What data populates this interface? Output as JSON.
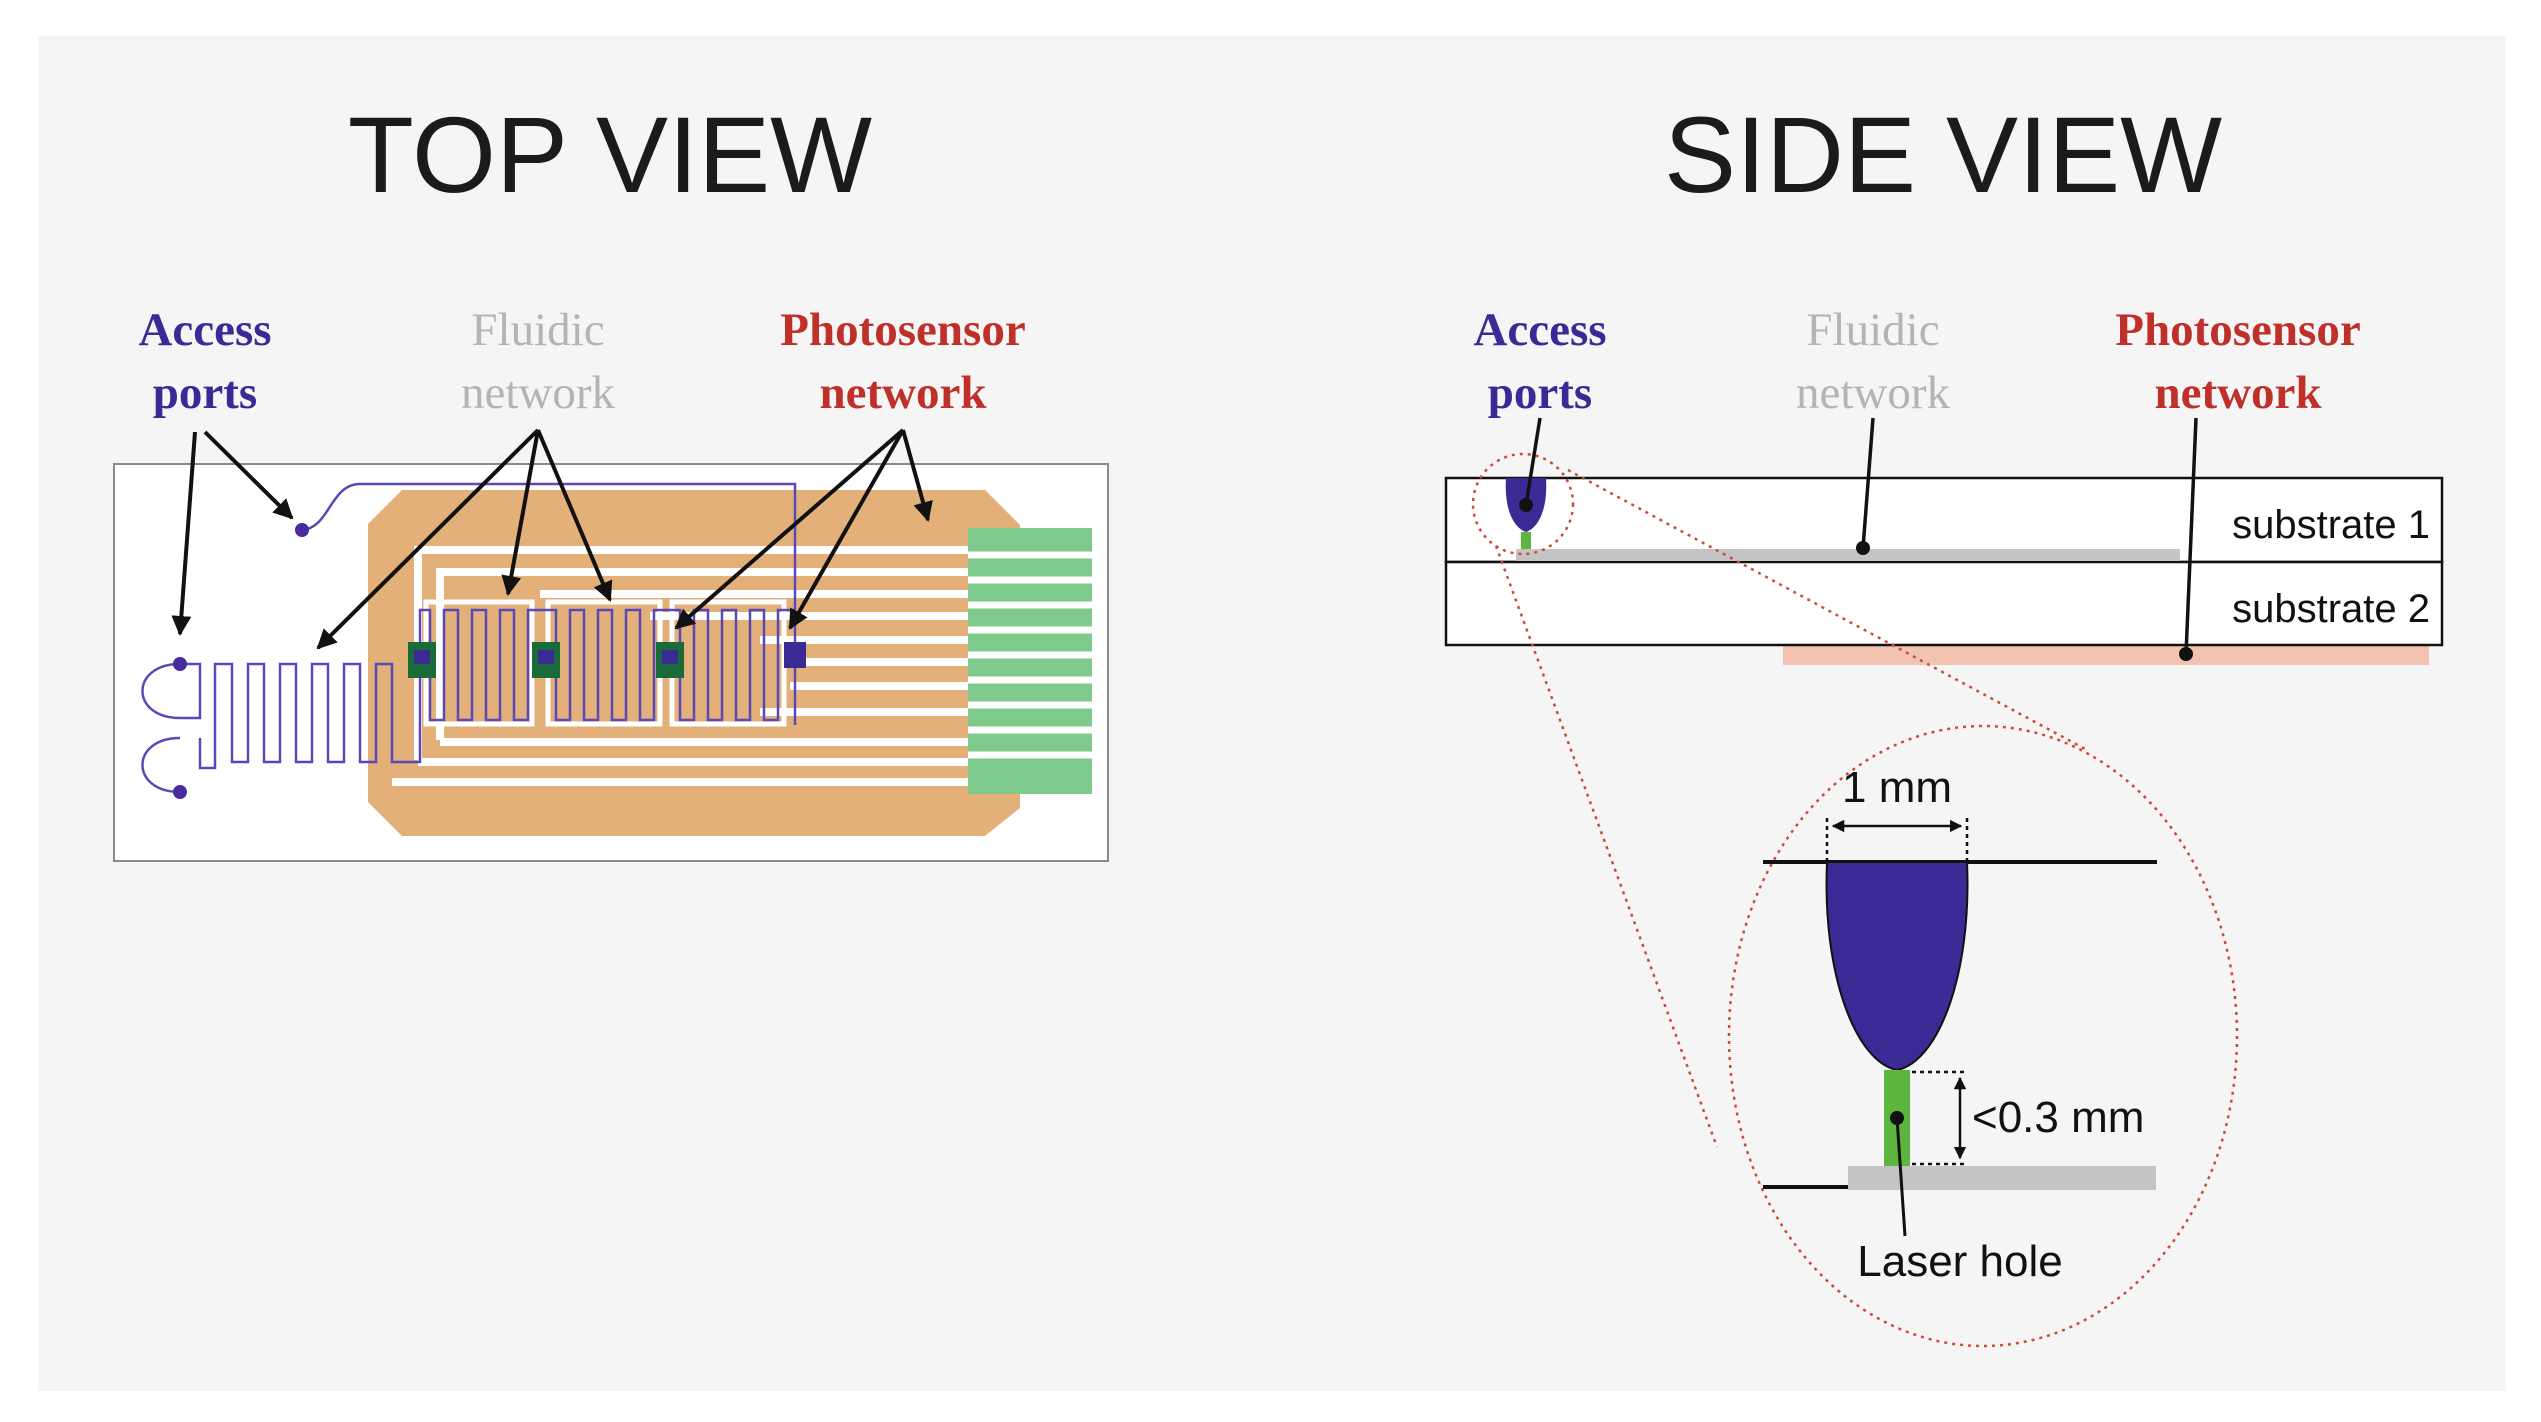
{
  "panels": {
    "top_view": {
      "title": "TOP VIEW",
      "access_line1": "Access",
      "access_line2": "ports",
      "fluidic_line1": "Fluidic",
      "fluidic_line2": "network",
      "photo_line1": "Photosensor",
      "photo_line2": "network"
    },
    "side_view": {
      "title": "SIDE VIEW",
      "access_line1": "Access",
      "access_line2": "ports",
      "fluidic_line1": "Fluidic",
      "fluidic_line2": "network",
      "photo_line1": "Photosensor",
      "photo_line2": "network",
      "substrate1": "substrate 1",
      "substrate2": "substrate 2"
    },
    "zoom": {
      "width_label": "1 mm",
      "depth_label": "<0.3 mm",
      "hole_label": "Laser hole"
    }
  },
  "colors": {
    "background_panel": "#f5f5f5",
    "access": "#3a2a95",
    "fluidic": "#b4b4b4",
    "photosensor": "#c0302a",
    "chip_orange": "#e3b07a",
    "contact_green": "#7ec98c",
    "laser_green": "#5db53f",
    "photosensor_layer": "#f2c3b0",
    "zoom_outline": "#d04a3a"
  }
}
